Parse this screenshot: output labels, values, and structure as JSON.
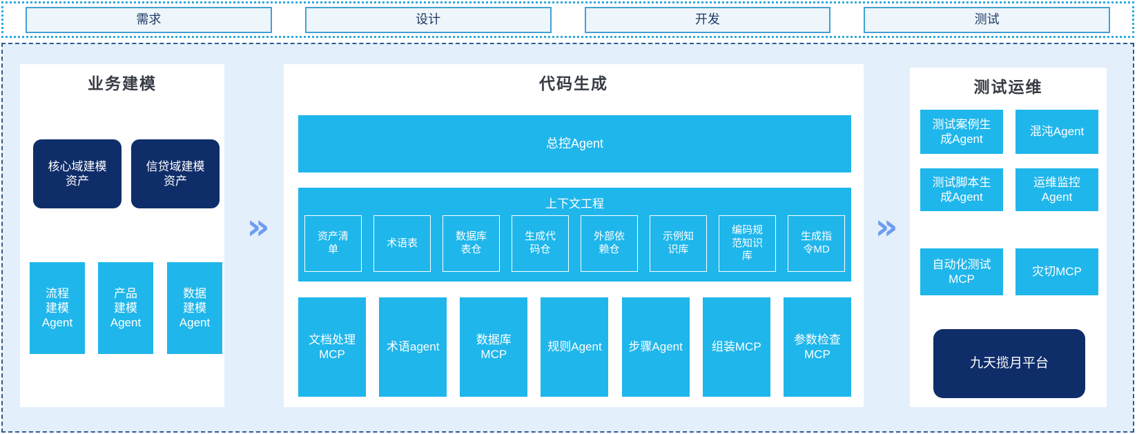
{
  "colors": {
    "cyan": "#1fb6eb",
    "navy": "#0f2d69",
    "arrow_blue": "#6f9cf2",
    "container_bg": "#e3effa",
    "dashed_border": "#2c5a8f",
    "dotted_border": "#2aa9dd",
    "phase_fill": "#eef5fb",
    "phase_border": "#41a1d3",
    "title_color": "#363b44"
  },
  "phases": [
    {
      "label": "需求"
    },
    {
      "label": "设计"
    },
    {
      "label": "开发"
    },
    {
      "label": "测试"
    }
  ],
  "arrows": {
    "glyph": "»"
  },
  "business_modeling": {
    "title": "业务建模",
    "assets": [
      {
        "label": "核心域建模\n资产"
      },
      {
        "label": "信贷域建模\n资产"
      }
    ],
    "agents": [
      {
        "label": "流程\n建模\nAgent"
      },
      {
        "label": "产品\n建模\nAgent"
      },
      {
        "label": "数据\n建模\nAgent"
      }
    ]
  },
  "code_generation": {
    "title": "代码生成",
    "master_agent": "总控Agent",
    "context": {
      "title": "上下文工程",
      "items": [
        {
          "label": "资产清\n单"
        },
        {
          "label": "术语表"
        },
        {
          "label": "数据库\n表仓"
        },
        {
          "label": "生成代\n码仓"
        },
        {
          "label": "外部依\n赖仓"
        },
        {
          "label": "示例知\n识库"
        },
        {
          "label": "编码规\n范知识\n库"
        },
        {
          "label": "生成指\n令MD"
        }
      ]
    },
    "tools": [
      {
        "label": "文档处理\nMCP"
      },
      {
        "label": "术语agent"
      },
      {
        "label": "数据库\nMCP"
      },
      {
        "label": "规则Agent"
      },
      {
        "label": "步骤Agent"
      },
      {
        "label": "组装MCP"
      },
      {
        "label": "参数检查\nMCP"
      }
    ]
  },
  "test_ops": {
    "title": "测试运维",
    "boxes": [
      {
        "label": "测试案例生\n成Agent"
      },
      {
        "label": "混沌Agent"
      },
      {
        "label": "测试脚本生\n成Agent"
      },
      {
        "label": "运维监控\nAgent"
      },
      {
        "label": "自动化测试\nMCP"
      },
      {
        "label": "灾切MCP"
      }
    ],
    "platform": {
      "label": "九天揽月平台"
    }
  }
}
